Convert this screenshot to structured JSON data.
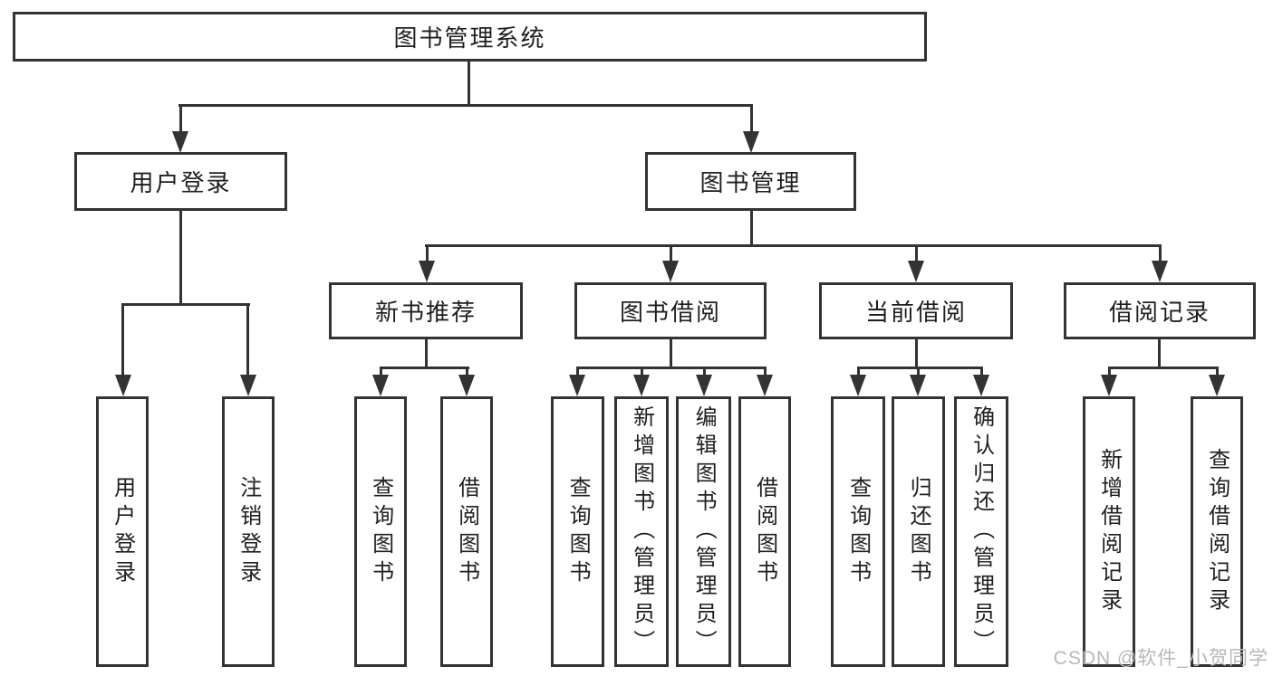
{
  "nodes": {
    "root": "图书管理系统",
    "user_login": "用户登录",
    "book_mgmt": "图书管理",
    "login": "用户登录",
    "logout": "注销登录",
    "new_book": "新书推荐",
    "book_borrow": "图书借阅",
    "current_borrow": "当前借阅",
    "borrow_records": "借阅记录",
    "nb_query": "查询图书",
    "nb_borrow": "借阅图书",
    "bb_query": "查询图书",
    "bb_add": "新增图书（管理员）",
    "bb_edit": "编辑图书（管理员）",
    "bb_borrow": "借阅图书",
    "cb_query": "查询图书",
    "cb_return": "归还图书",
    "cb_confirm": "确认归还（管理员）",
    "br_add": "新增借阅记录",
    "br_query": "查询借阅记录"
  },
  "watermark": "CSDN @软件_小贺同学",
  "colors": {
    "line": "#333333",
    "text": "#1f1f1f",
    "background": "#ffffff",
    "watermark": "#b8b8b8"
  }
}
